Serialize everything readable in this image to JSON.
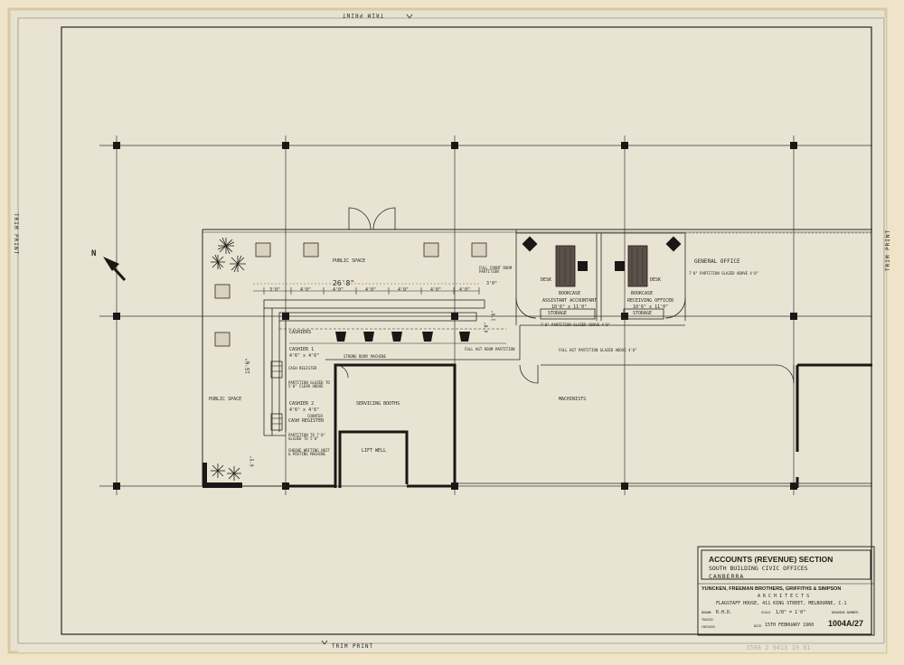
{
  "trim_label": "TRIM PRINT",
  "north_label": "N",
  "rooms": {
    "public_space_top": "PUBLIC SPACE",
    "public_space_left": "PUBLIC SPACE",
    "desk_1": "DESK",
    "desk_2": "DESK",
    "bookcase_1": "BOOKCASE",
    "bookcase_2": "BOOKCASE",
    "assistant_accountant": "ASSISTANT ACCOUNTANT",
    "assistant_accountant_size": "10'6\" x 11'0\"",
    "receiving_officer": "RECEIVING OFFICER",
    "receiving_officer_size": "10'6\" x 11'0\"",
    "general_office": "GENERAL OFFICE",
    "partition_glazed_1": "7'0\" PARTITION GLAZED ABOVE 4'0\"",
    "storage_1": "STORAGE",
    "storage_2": "STORAGE",
    "partition_glazed_2": "7'0\" PARTITION GLAZED ABOVE 4'0\"",
    "full_front_room_partition": "FULL FRONT ROOM PARTITION",
    "full_ht_room_partition": "FULL HGT ROOM PARTITION",
    "full_ht_partition_glazed": "FULL HGT PARTITION GLAZED ABOVE 4'0\"",
    "cashiers": "CASHIERS",
    "cashier_1": "CASHIER 1",
    "cashier_1_size": "4'6\" x 4'6\"",
    "cash_register": "CASH REGISTER",
    "partition_glazed_above_5": "PARTITION GLAZED TO 5'0\" CLEAR ABOVE",
    "cashier_2": "CASHIER 2",
    "cashier_2_size": "4'6\" x 4'6\"",
    "cash_register_2": "CASH REGISTER",
    "partition_to_clear": "PARTITION TO 7'0\" GLAZED TO 5'0\"",
    "cheque_writing_unit": "CHEQUE WRITING UNIT & POSTING MACHINE",
    "counter": "COUNTER",
    "machine": "MACHINE",
    "strong_room": "STRONG ROOM",
    "servicing_booths": "SERVICING BOOTHS",
    "lift_well": "LIFT WELL",
    "machinists": "MACHINISTS"
  },
  "dimensions": {
    "overall": "26'8\"",
    "d1": "3'0\"",
    "d2": "4'0\"",
    "d3": "4'0\"",
    "d4": "4'0\"",
    "d5": "4'0\"",
    "d6": "4'0\"",
    "d7": "4'0\"",
    "d8": "3'0\"",
    "right_1": "4'0\"",
    "right_2": "1'6\"",
    "side_1": "15'6\"",
    "side_2": "6'5\""
  },
  "title_block": {
    "title": "ACCOUNTS (REVENUE) SECTION",
    "subtitle": "SOUTH BUILDING   CIVIC OFFICES",
    "city": "CANBERRA",
    "firm": "YUNCKEN, FREEMAN BROTHERS, GRIFFITHS & SIMPSON",
    "architects": "A R C H I T E C T S",
    "address": "FLAGSTAFF HOUSE, 411 KING STREET, MELBOURNE, C.1",
    "drawn_label": "DRAWN",
    "drawn_value": "R.H.D.",
    "scale_label": "SCALE",
    "scale_value": "1/8\" = 1'0\"",
    "drawing_number_label": "DRAWING NUMBER",
    "traced_label": "TRACED",
    "checked_label": "CHECKED",
    "date_label": "DATE",
    "date_value": "15TH FEBRUARY 1960",
    "drawing_number": "1004A/27"
  },
  "stamp": "3598 2 9413 19 81"
}
